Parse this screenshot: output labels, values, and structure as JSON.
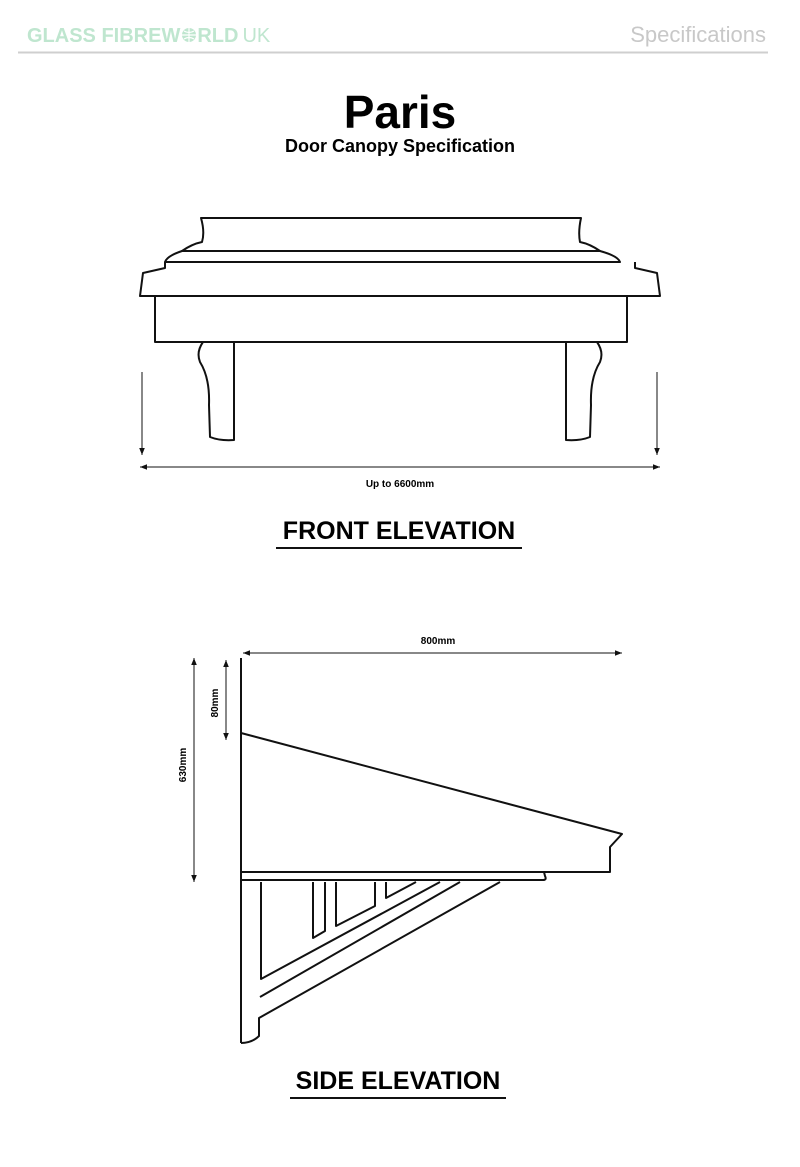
{
  "header": {
    "brand_logo": "GLASS FIBREWORLD UK",
    "brand_main": "GLASS FIBREW",
    "brand_after": "RLD",
    "brand_suffix": "UK",
    "section": "Specifications",
    "brand_color": "#bfe6cf",
    "section_color": "#c8c8c8"
  },
  "title": "Paris",
  "subtitle": "Door Canopy Specification",
  "front": {
    "width_label": "Up to 6600mm",
    "heading": "FRONT ELEVATION"
  },
  "side": {
    "depth_label": "800mm",
    "height_label": "630mm",
    "drop_label": "80mm",
    "heading": "SIDE ELEVATION"
  }
}
